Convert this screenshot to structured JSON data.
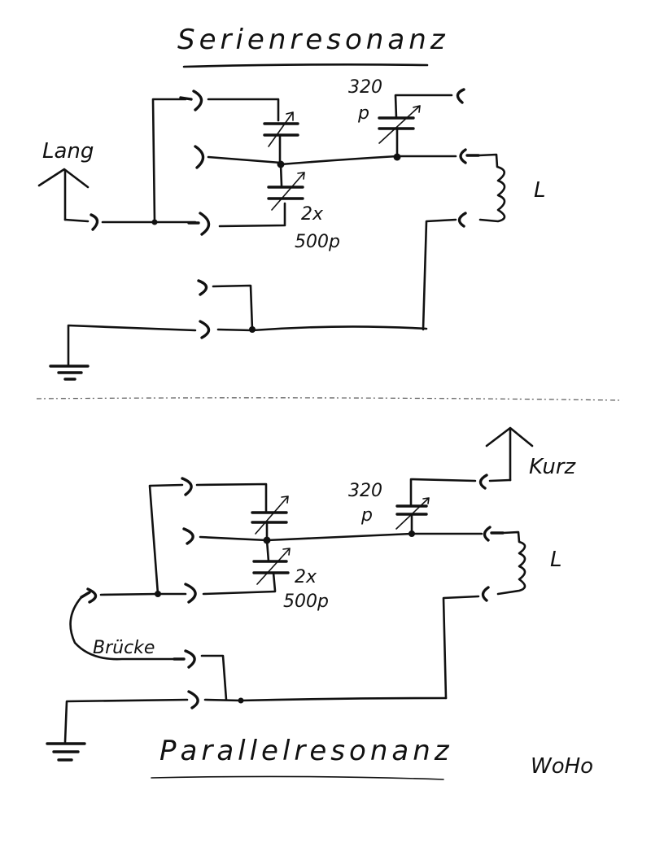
{
  "page": {
    "author_signature": "WoHo"
  },
  "series_circuit": {
    "title": "Serienresonanz",
    "antenna_label": "Lang",
    "dual_capacitor_label_count": "2x",
    "dual_capacitor_label_value": "500p",
    "trim_capacitor_label_value": "320",
    "trim_capacitor_label_unit": "p",
    "inductor_label": "L"
  },
  "parallel_circuit": {
    "title": "Parallelresonanz",
    "antenna_label": "Kurz",
    "dual_capacitor_label_count": "2x",
    "dual_capacitor_label_value": "500p",
    "trim_capacitor_label_value": "320",
    "trim_capacitor_label_unit": "p",
    "inductor_label": "L",
    "bridge_label": "Brücke"
  }
}
